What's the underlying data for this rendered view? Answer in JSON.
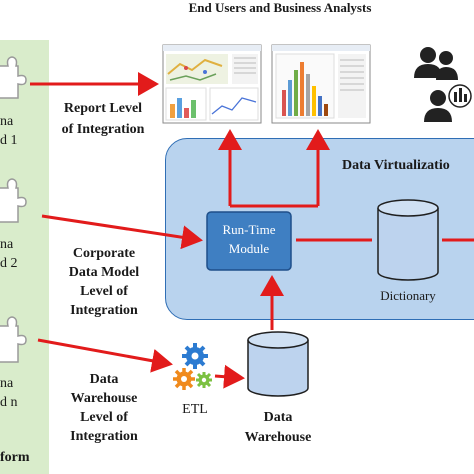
{
  "title": "End Users and Business Analysts",
  "left_panel": {
    "source_labels": [
      {
        "line1": "na",
        "line2": "d 1"
      },
      {
        "line1": "na",
        "line2": "d 2"
      },
      {
        "line1": "na",
        "line2": "d n"
      }
    ],
    "bottom_label": "form"
  },
  "levels": {
    "report": {
      "line1": "Report Level",
      "line2": "of Integration"
    },
    "corporate": {
      "line1": "Corporate",
      "line2": "Data Model",
      "line3": "Level of",
      "line4": "Integration"
    },
    "warehouse": {
      "line1": "Data",
      "line2": "Warehouse",
      "line3": "Level of",
      "line4": "Integration"
    }
  },
  "virtualization": {
    "title": "Data Virtualizatio",
    "module": {
      "line1": "Run-Time",
      "line2": "Module"
    },
    "dictionary": "Dictionary"
  },
  "etl": "ETL",
  "warehouse": {
    "line1": "Data",
    "line2": "Warehouse"
  },
  "colors": {
    "arrow": "#e21b1b",
    "panel_green": "#d9eccb",
    "virt_bg": "#b9d3ee",
    "module_blue": "#3f7fc2",
    "cyl_top": "#cfe0f3",
    "cyl_body": "#bdd3ee",
    "gear_blue": "#2c7bd1",
    "gear_orange": "#f08a1c",
    "gear_green": "#7cc142"
  },
  "icons": [
    "puzzle-icon",
    "users-icon",
    "analyst-icon",
    "gear-icon"
  ]
}
